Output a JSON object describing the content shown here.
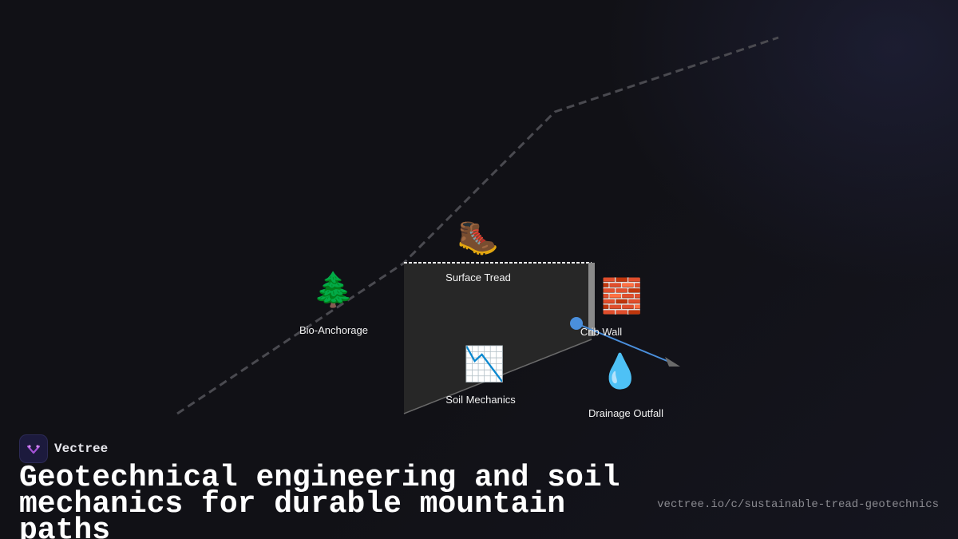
{
  "brand": {
    "name": "Vectree",
    "logo_icon": "vectree-logo-icon"
  },
  "headline": "Geotechnical engineering and soil mechanics for durable mountain paths",
  "url": "vectree.io/c/sustainable-tread-geotechnics",
  "diagram": {
    "nodes": [
      {
        "id": "bio-anchorage",
        "emoji": "🌲",
        "label": "Bio-Anchorage",
        "icon": "evergreen-tree-icon"
      },
      {
        "id": "surface-tread",
        "emoji": "🥾",
        "label": "Surface Tread",
        "icon": "hiking-boot-icon"
      },
      {
        "id": "crib-wall",
        "emoji": "🧱",
        "label": "Crib Wall",
        "icon": "brick-icon"
      },
      {
        "id": "soil-mechanics",
        "emoji": "📉",
        "label": "Soil Mechanics",
        "icon": "chart-decreasing-icon"
      },
      {
        "id": "drainage-outfall",
        "emoji": "💧",
        "label": "Drainage Outfall",
        "icon": "droplet-icon"
      }
    ],
    "colors": {
      "background": "#111116",
      "slope_line": "#4a4a50",
      "trail_block": "#272727",
      "tread_edge": "#ffffff",
      "wall": "#8a8a8a",
      "drain_vector": "#4a8fdc",
      "arrowhead": "#6a6a6a"
    }
  }
}
